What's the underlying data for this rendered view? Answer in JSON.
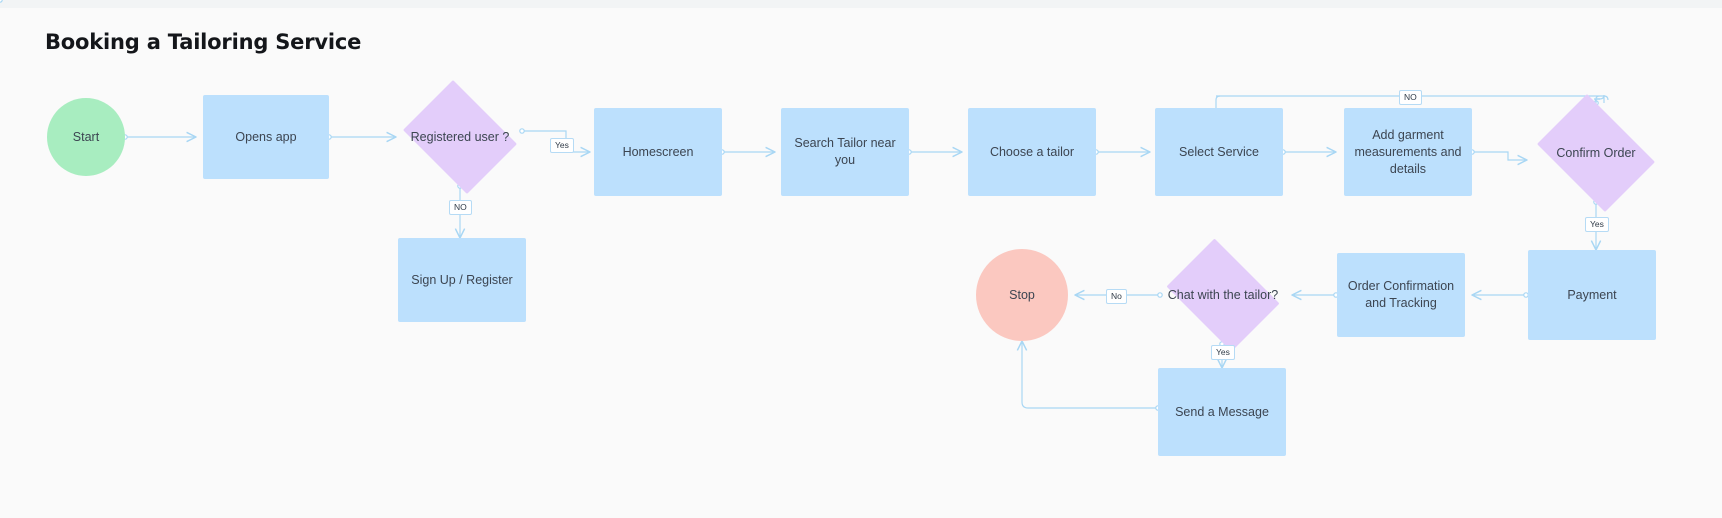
{
  "page": {
    "title": "Booking a Tailoring Service",
    "background": "#fafafa",
    "top_strip_color": "#f2f4f5"
  },
  "palette": {
    "process_fill": "#bce0fd",
    "decision_fill": "#e3cdfa",
    "start_fill": "#a8edc0",
    "stop_fill": "#fbc8c0",
    "connector": "#a9d7f4",
    "text": "#3c4551"
  },
  "chart_data": {
    "type": "diagram",
    "diagram_kind": "flowchart",
    "title": "Booking a Tailoring Service",
    "nodes": [
      {
        "id": "start",
        "label": "Start",
        "shape": "circle",
        "fill": "#a8edc0"
      },
      {
        "id": "opens_app",
        "label": "Opens app",
        "shape": "rect",
        "fill": "#bce0fd"
      },
      {
        "id": "registered",
        "label": "Registered user ?",
        "shape": "diamond",
        "fill": "#e3cdfa"
      },
      {
        "id": "signup",
        "label": "Sign Up / Register",
        "shape": "rect",
        "fill": "#bce0fd"
      },
      {
        "id": "homescreen",
        "label": "Homescreen",
        "shape": "rect",
        "fill": "#bce0fd"
      },
      {
        "id": "search",
        "label": "Search Tailor near you",
        "shape": "rect",
        "fill": "#bce0fd"
      },
      {
        "id": "choose",
        "label": "Choose a tailor",
        "shape": "rect",
        "fill": "#bce0fd"
      },
      {
        "id": "select",
        "label": "Select Service",
        "shape": "rect",
        "fill": "#bce0fd"
      },
      {
        "id": "garment",
        "label": "Add garment measurements and details",
        "shape": "rect",
        "fill": "#bce0fd"
      },
      {
        "id": "confirm",
        "label": "Confirm Order",
        "shape": "diamond",
        "fill": "#e3cdfa"
      },
      {
        "id": "payment",
        "label": "Payment",
        "shape": "rect",
        "fill": "#bce0fd"
      },
      {
        "id": "tracking",
        "label": "Order Confirmation and Tracking",
        "shape": "rect",
        "fill": "#bce0fd"
      },
      {
        "id": "chat",
        "label": "Chat with the tailor?",
        "shape": "diamond",
        "fill": "#e3cdfa"
      },
      {
        "id": "stop",
        "label": "Stop",
        "shape": "circle",
        "fill": "#fbc8c0"
      },
      {
        "id": "message",
        "label": "Send a Message",
        "shape": "rect",
        "fill": "#bce0fd"
      }
    ],
    "edges": [
      {
        "from": "start",
        "to": "opens_app",
        "label": ""
      },
      {
        "from": "opens_app",
        "to": "registered",
        "label": ""
      },
      {
        "from": "registered",
        "to": "homescreen",
        "label": "Yes"
      },
      {
        "from": "registered",
        "to": "signup",
        "label": "NO"
      },
      {
        "from": "homescreen",
        "to": "search",
        "label": ""
      },
      {
        "from": "search",
        "to": "choose",
        "label": ""
      },
      {
        "from": "choose",
        "to": "select",
        "label": ""
      },
      {
        "from": "select",
        "to": "garment",
        "label": ""
      },
      {
        "from": "garment",
        "to": "confirm",
        "label": ""
      },
      {
        "from": "confirm",
        "to": "select",
        "label": "NO"
      },
      {
        "from": "confirm",
        "to": "payment",
        "label": "Yes"
      },
      {
        "from": "payment",
        "to": "tracking",
        "label": ""
      },
      {
        "from": "tracking",
        "to": "chat",
        "label": ""
      },
      {
        "from": "chat",
        "to": "stop",
        "label": "No"
      },
      {
        "from": "chat",
        "to": "message",
        "label": "Yes"
      },
      {
        "from": "message",
        "to": "stop",
        "label": ""
      }
    ],
    "edge_labels": {
      "registered_yes": "Yes",
      "registered_no": "NO",
      "confirm_no": "NO",
      "confirm_yes": "Yes",
      "chat_no": "No",
      "chat_yes": "Yes"
    }
  }
}
